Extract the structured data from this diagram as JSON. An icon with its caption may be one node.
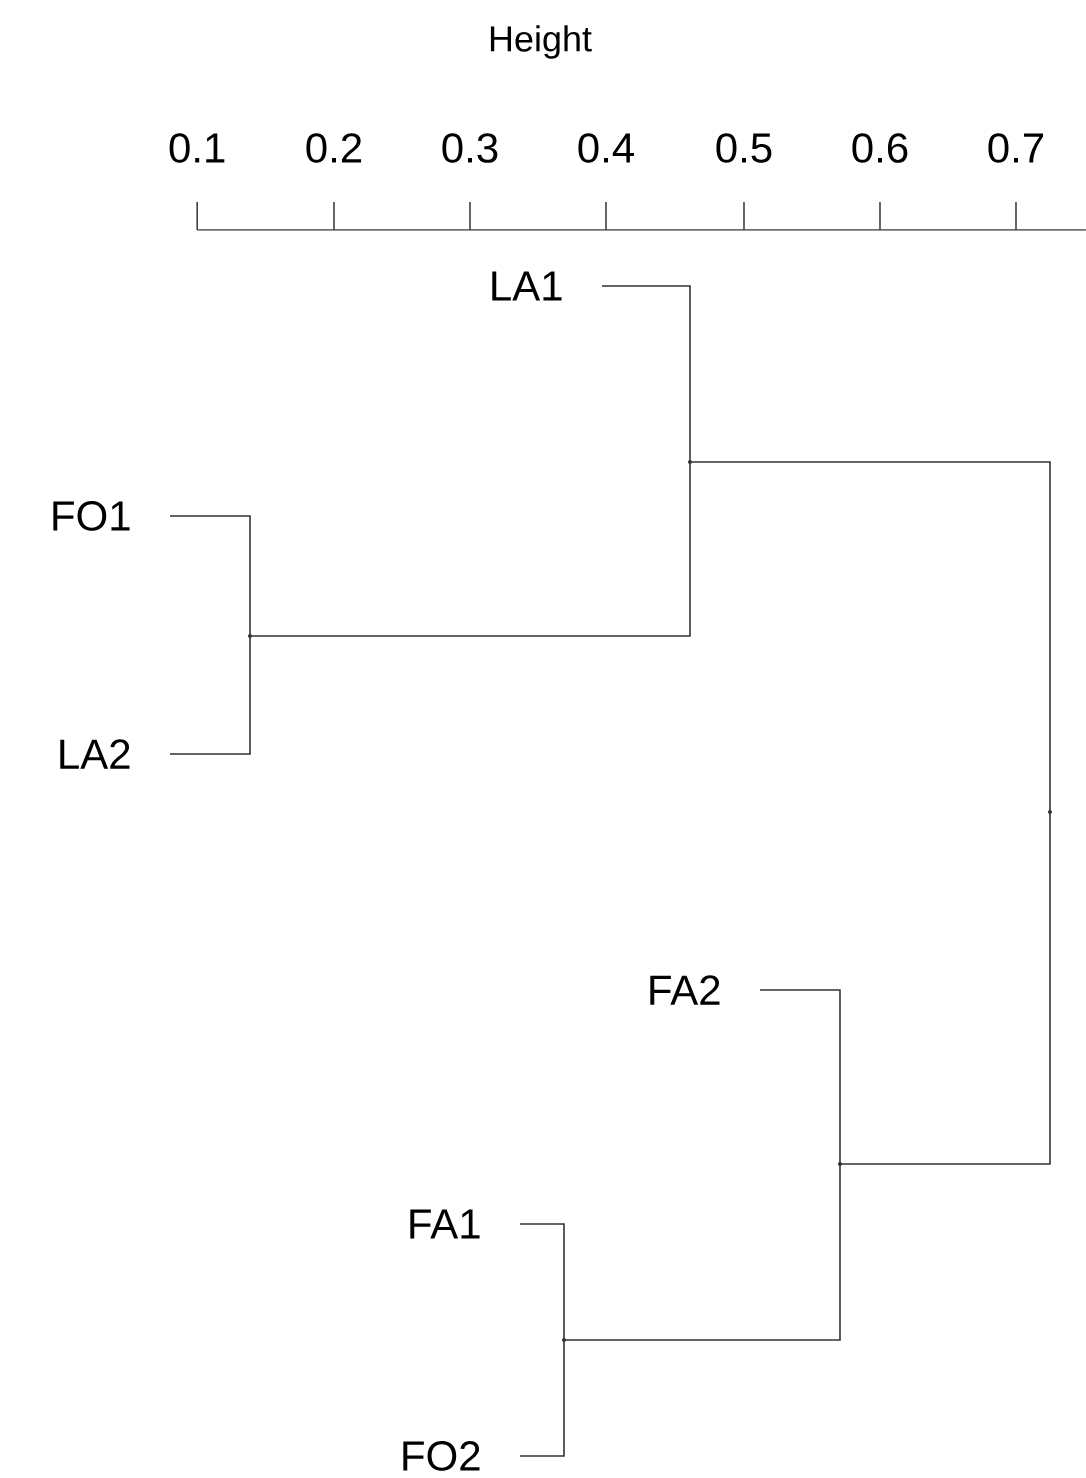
{
  "diagram": {
    "nodes": [
      {
        "text": [
          "LA1"
        ]
      },
      {
        "text": [
          "FO1"
        ]
      },
      {
        "text": [
          "LA2"
        ]
      },
      {
        "text": [
          "FA2"
        ]
      },
      {
        "text": [
          "FA1"
        ]
      },
      {
        "text": [
          "FO2"
        ]
      },
      {
        "text": [],
        "shape": "point"
      },
      {
        "text": [],
        "shape": "point"
      },
      {
        "text": [],
        "shape": "point"
      },
      {
        "text": [],
        "shape": "point"
      },
      {
        "text": [],
        "shape": "point"
      }
    ],
    "edges": [
      {
        "from": 1,
        "to": 6,
        "arrow": "none"
      },
      {
        "from": 2,
        "to": 6,
        "arrow": "none"
      },
      {
        "from": 0,
        "to": 7,
        "arrow": "none"
      },
      {
        "from": 6,
        "to": 7,
        "arrow": "none"
      },
      {
        "from": 4,
        "to": 8,
        "arrow": "none"
      },
      {
        "from": 5,
        "to": 8,
        "arrow": "none"
      },
      {
        "from": 3,
        "to": 9,
        "arrow": "none"
      },
      {
        "from": 8,
        "to": 9,
        "arrow": "none"
      },
      {
        "from": 7,
        "to": 10,
        "arrow": "none"
      },
      {
        "from": 9,
        "to": 10,
        "arrow": "none"
      }
    ],
    "labels": [
      "Height",
      "0.1",
      "0.2",
      "0.3",
      "0.4",
      "0.5",
      "0.6",
      "0.7"
    ]
  }
}
